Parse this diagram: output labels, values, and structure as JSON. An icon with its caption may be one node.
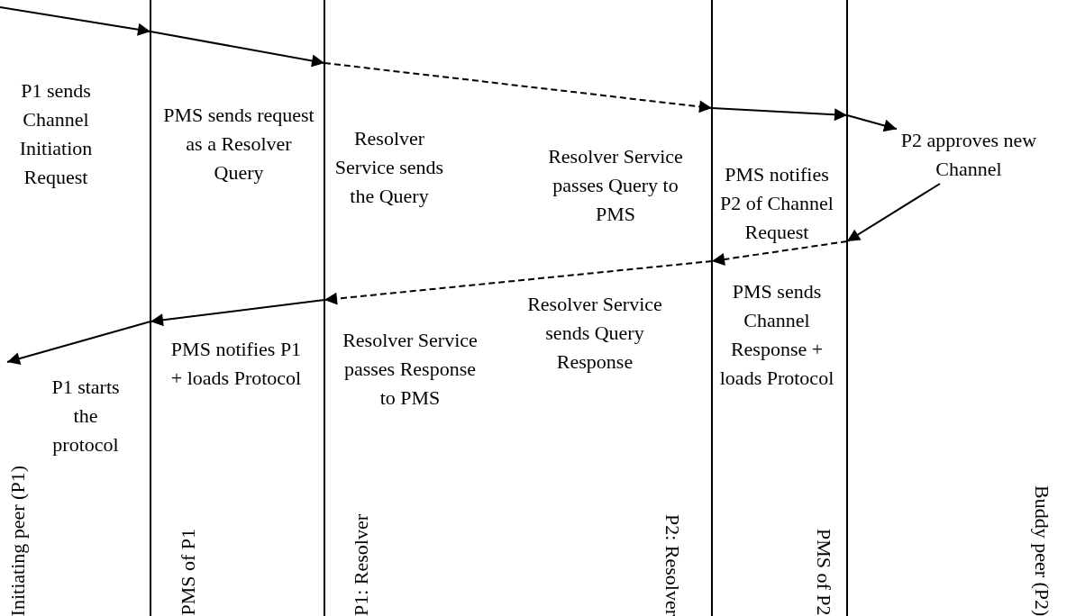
{
  "diagram": {
    "nodes": [
      {
        "text": [
          "Initiating peer (P1)"
        ]
      },
      {
        "text": [
          "PMS of P1"
        ]
      },
      {
        "text": [
          "P1: Resolver"
        ]
      },
      {
        "text": [
          "P2: Resolver"
        ]
      },
      {
        "text": [
          "PMS of P2"
        ]
      },
      {
        "text": [
          "Buddy peer (P2)"
        ]
      },
      {
        "text": [
          "P2 approves new Channel"
        ]
      }
    ],
    "edges": [
      {
        "from": null,
        "to": 1,
        "arrow": "to"
      },
      {
        "from": 1,
        "to": 2,
        "arrow": "to"
      },
      {
        "from": 2,
        "to": 3,
        "arrow": "to",
        "style": "dashed"
      },
      {
        "from": 3,
        "to": 4,
        "arrow": "to"
      },
      {
        "from": 4,
        "to": 6,
        "arrow": "to"
      },
      {
        "from": 6,
        "to": 4,
        "arrow": "to"
      },
      {
        "from": 4,
        "to": 3,
        "arrow": "to",
        "style": "dashed"
      },
      {
        "from": 3,
        "to": 2,
        "arrow": "to",
        "style": "dashed"
      },
      {
        "from": 2,
        "to": 1,
        "arrow": "to"
      },
      {
        "from": 1,
        "to": null,
        "arrow": "to"
      }
    ],
    "labels": [
      "P1 sends Channel Initiation Request",
      "PMS sends request as a Resolver Query",
      "Resolver Service sends the Query",
      "Resolver Service passes Query to PMS",
      "PMS notifies P2 of Channel Request",
      "P1 starts the protocol",
      "PMS notifies P1 + loads Protocol",
      "Resolver Service passes Response to PMS",
      "Resolver Service sends Query Response",
      "PMS sends Channel Response + loads Protocol"
    ]
  }
}
